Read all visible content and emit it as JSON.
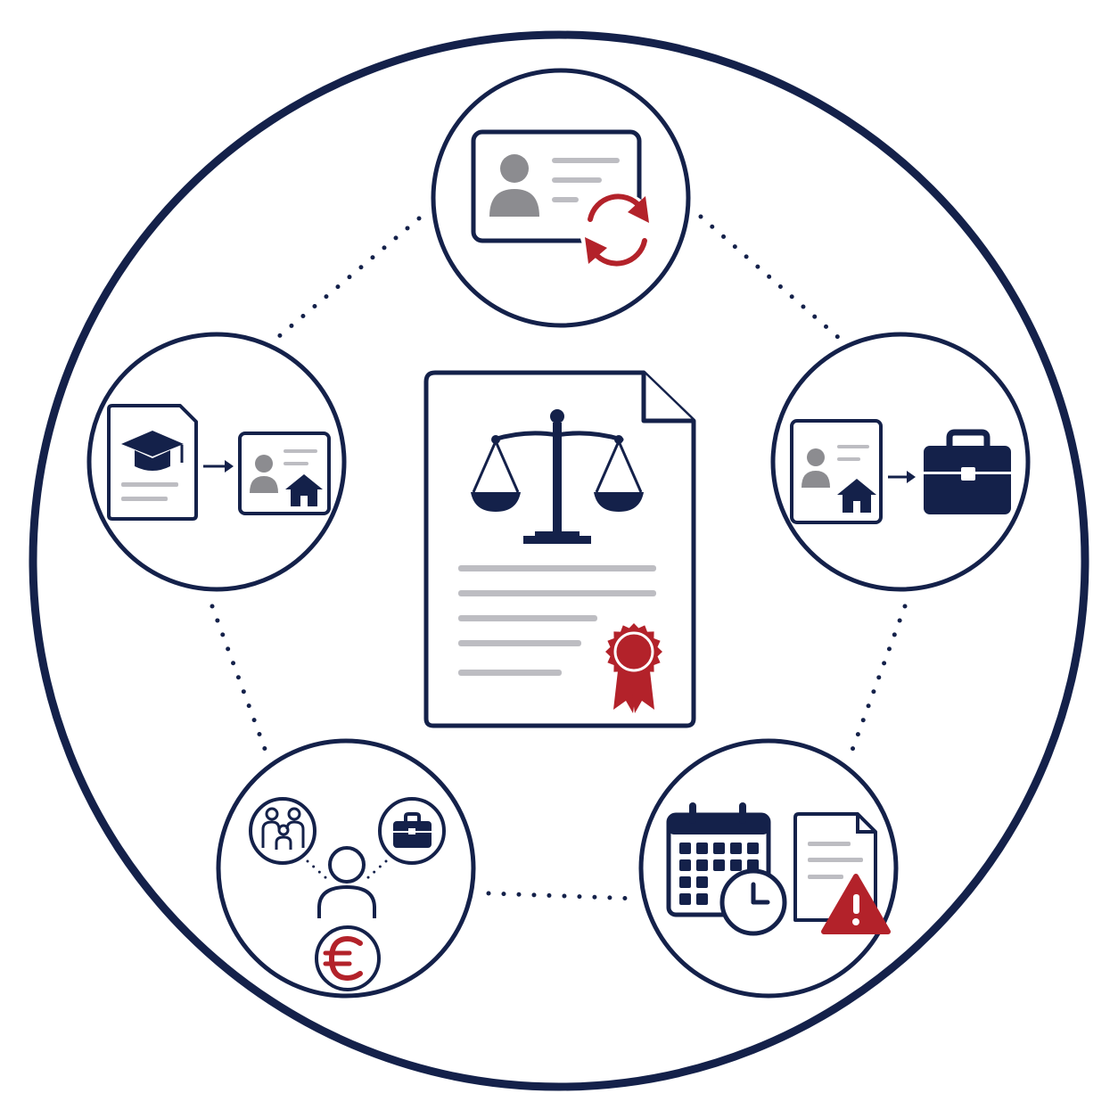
{
  "colors": {
    "navy": "#14214a",
    "gray": "#8c8c90",
    "light_gray": "#bdbdc2",
    "red": "#b3222a",
    "background": "#ffffff"
  },
  "center": {
    "name": "legal-document",
    "icons": [
      "document-icon",
      "scales-of-justice-icon",
      "seal-ribbon-icon"
    ]
  },
  "satellites": [
    {
      "name": "id-card-renewal",
      "icons": [
        "id-card-icon",
        "refresh-icon"
      ]
    },
    {
      "name": "residence-to-work",
      "icons": [
        "id-card-home-icon",
        "arrow-right-icon",
        "briefcase-icon"
      ]
    },
    {
      "name": "deadline-warning",
      "icons": [
        "calendar-icon",
        "clock-icon",
        "document-icon",
        "warning-icon"
      ]
    },
    {
      "name": "family-work-income",
      "icons": [
        "family-icon",
        "person-icon",
        "briefcase-icon",
        "euro-icon"
      ]
    },
    {
      "name": "study-to-residence",
      "icons": [
        "diploma-document-icon",
        "arrow-right-icon",
        "id-card-home-icon"
      ]
    }
  ],
  "connector_style": "dotted"
}
